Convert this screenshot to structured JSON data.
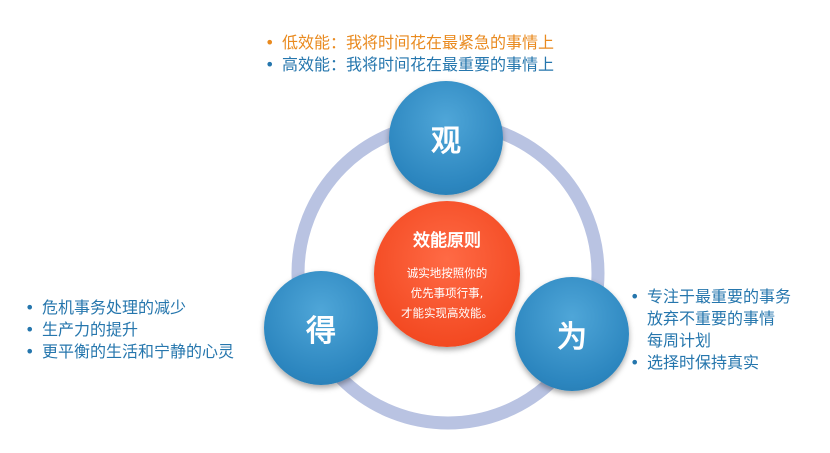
{
  "top_notes": [
    {
      "text": "低效能：我将时间花在最紧急的事情上",
      "color": "#e98a1f"
    },
    {
      "text": "高效能：我将时间花在最重要的事情上",
      "color": "#2576ad"
    }
  ],
  "nodes": {
    "top": "观",
    "left": "得",
    "right": "为"
  },
  "center": {
    "title": "效能原则",
    "lines": [
      "诚实地按照你的",
      "优先事项行事,",
      "才能实现高效能。"
    ]
  },
  "left_list": [
    "危机事务处理的减少",
    "生产力的提升",
    "更平衡的生活和宁静的心灵"
  ],
  "right_list": [
    {
      "text": "专注于最重要的事务",
      "bullet": true
    },
    {
      "text": "放弃不重要的事情",
      "bullet": false
    },
    {
      "text": "每周计划",
      "bullet": false
    },
    {
      "text": "选择时保持真实",
      "bullet": true
    }
  ],
  "colors": {
    "ring": "#b9c3e2",
    "node": "#2c86bf",
    "center": "#f2471f"
  }
}
